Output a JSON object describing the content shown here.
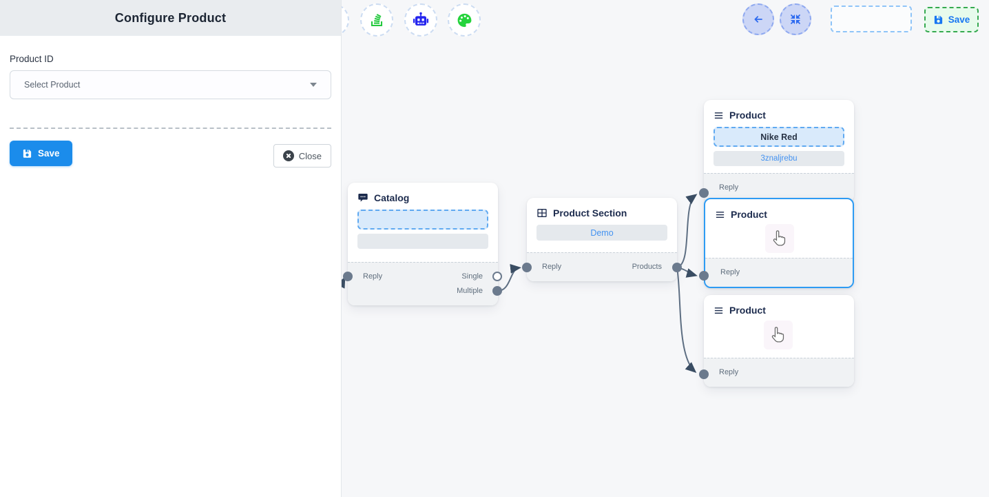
{
  "panel": {
    "title": "Configure Product",
    "product_id_label": "Product ID",
    "select_placeholder": "Select Product",
    "save_label": "Save",
    "close_label": "Close"
  },
  "topbar": {
    "save_label": "Save",
    "icons": [
      "back-arrow-icon",
      "compress-icon"
    ]
  },
  "toolbar": {
    "icons": [
      "stack-icon",
      "robot-icon",
      "palette-icon"
    ]
  },
  "nodes": {
    "catalog": {
      "title": "Catalog",
      "icon": "chat-bubble-icon",
      "reply_label": "Reply",
      "single_label": "Single",
      "multiple_label": "Multiple"
    },
    "product_section": {
      "title": "Product Section",
      "icon": "table-grid-icon",
      "option_label": "Demo",
      "reply_label": "Reply",
      "products_label": "Products"
    },
    "product_top": {
      "title": "Product",
      "icon": "menu-icon",
      "name": "Nike Red",
      "code": "3znaljrebu",
      "reply_label": "Reply"
    },
    "product_middle": {
      "title": "Product",
      "icon": "menu-icon",
      "reply_label": "Reply"
    },
    "product_bottom": {
      "title": "Product",
      "icon": "menu-icon",
      "reply_label": "Reply"
    }
  },
  "colors": {
    "primary_blue": "#1b8ceb",
    "link_blue": "#4392f1",
    "selected_border": "#2d9bf3",
    "edge_gray": "#5d6e82",
    "handle_gray": "#6b7a8d",
    "green": "#28c840",
    "node_title": "#1c2b4d",
    "canvas_bg": "#f6f7f9",
    "panel_header_bg": "#e9ecef",
    "footer_bg": "#f0f2f4",
    "save_green_bg": "#e7fbec",
    "save_green_border": "#35a94f"
  }
}
